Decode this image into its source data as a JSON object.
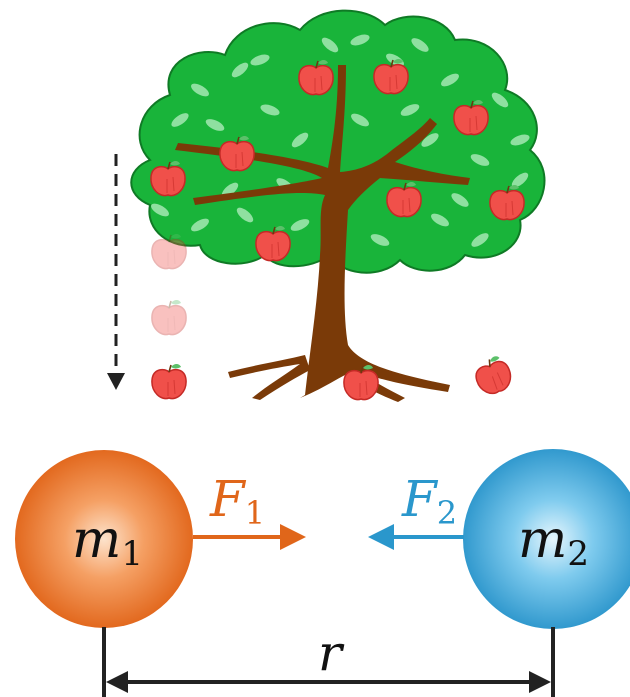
{
  "mass1": {
    "symbol": "m",
    "subscript": "1",
    "color": "#e0661a"
  },
  "mass2": {
    "symbol": "m",
    "subscript": "2",
    "color": "#2a97cc"
  },
  "force1": {
    "symbol": "F",
    "subscript": "1",
    "color": "#e0661a"
  },
  "force2": {
    "symbol": "F",
    "subscript": "2",
    "color": "#2a97cc"
  },
  "distance": {
    "symbol": "r"
  },
  "colors": {
    "foliage": "#19b43a",
    "foliage_dark": "#0f7a25",
    "leaf": "#8fe0a0",
    "trunk": "#7a3a08",
    "apple": "#f0504a",
    "apple_dark": "#c42a26",
    "apple_faded": "#f7b3ad"
  },
  "icons": {
    "tree": "apple-tree-icon",
    "falling_path": "dashed-down-arrow-icon"
  }
}
